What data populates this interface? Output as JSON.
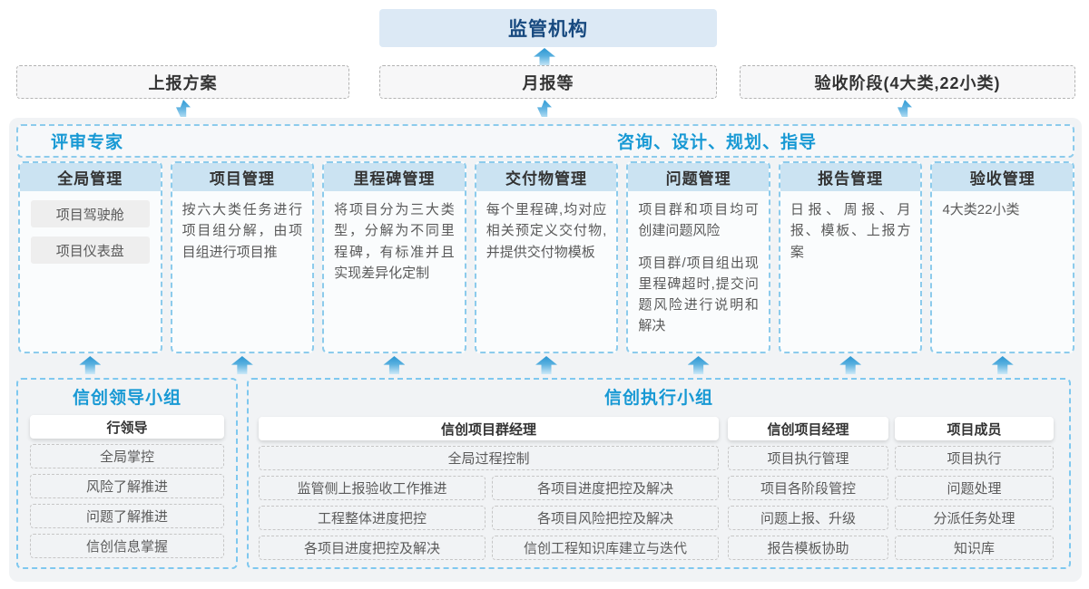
{
  "colors": {
    "accent_blue": "#1899d4",
    "navy": "#17497f",
    "regulator_bg": "#dce9f5",
    "column_head_bg": "#cbe3f2",
    "dashed_blue_border": "#8ccbec",
    "container_bg": "#f1f3f5",
    "arrow_blue": "#2a96d2"
  },
  "top": {
    "regulator_label": "监管机构",
    "channels": [
      {
        "label": "上报方案"
      },
      {
        "label": "月报等"
      },
      {
        "label": "验收阶段(4大类,22小类)"
      }
    ]
  },
  "mid": {
    "reviewer_title": "评审专家",
    "advisor_title": "咨询、设计、规划、指导",
    "columns": [
      {
        "title": "全局管理",
        "pills": [
          "项目驾驶舱",
          "项目仪表盘"
        ]
      },
      {
        "title": "项目管理",
        "body": [
          "按六大类任务进行项目组分解，由项目组进行项目推"
        ]
      },
      {
        "title": "里程碑管理",
        "body": [
          "将项目分为三大类型，分解为不同里程碑，有标准并且实现差异化定制"
        ]
      },
      {
        "title": "交付物管理",
        "body": [
          "每个里程碑,均对应相关预定义交付物,并提供交付物模板"
        ]
      },
      {
        "title": "问题管理",
        "body": [
          "项目群和项目均可创建问题风险",
          "项目群/项目组出现里程碑超时,提交问题风险进行说明和解决"
        ]
      },
      {
        "title": "报告管理",
        "body": [
          "日报、周报、月报、模板、上报方案"
        ]
      },
      {
        "title": "验收管理",
        "body": [
          "4大类22小类"
        ]
      }
    ]
  },
  "bottom": {
    "leader": {
      "title": "信创领导小组",
      "role": "行领导",
      "items": [
        "全局掌控",
        "风险了解推进",
        "问题了解推进",
        "信创信息掌握"
      ]
    },
    "exec": {
      "title": "信创执行小组",
      "pm": {
        "role": "信创项目群经理",
        "lead_item": "全局过程控制",
        "items": [
          "监管侧上报验收工作推进",
          "各项目进度把控及解决",
          "工程整体进度把控",
          "各项目风险把控及解决",
          "各项目进度把控及解决",
          "信创工程知识库建立与迭代"
        ]
      },
      "proj": {
        "role": "信创项目经理",
        "items": [
          "项目执行管理",
          "项目各阶段管控",
          "问题上报、升级",
          "报告模板协助"
        ]
      },
      "member": {
        "role": "项目成员",
        "items": [
          "项目执行",
          "问题处理",
          "分派任务处理",
          "知识库"
        ]
      }
    }
  }
}
